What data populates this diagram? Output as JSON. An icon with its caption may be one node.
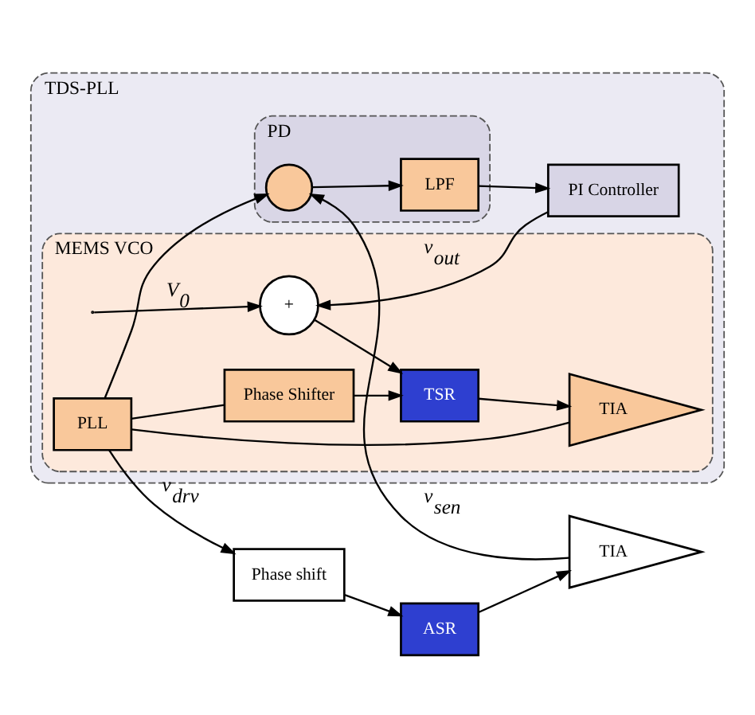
{
  "diagram": {
    "nodes": [
      {
        "text": [
          "TDS-PLL"
        ]
      },
      {
        "text": [
          "MEMS VCO"
        ],
        "in": 0
      },
      {
        "text": [
          "PD"
        ],
        "in": 0
      },
      {
        "text": [
          "Phase shift"
        ]
      },
      {
        "text": [
          "ASR"
        ]
      },
      {
        "text": [
          "TIA"
        ]
      },
      {
        "text": [],
        "shape": "circle",
        "in": 2
      },
      {
        "text": [
          "LPF"
        ],
        "in": 2
      },
      {
        "text": [
          "PI Controller"
        ],
        "in": 0
      },
      {
        "text": [
          "PLL"
        ],
        "in": 1
      },
      {
        "text": [
          "Phase Shifter"
        ],
        "in": 1
      },
      {
        "text": [
          "TSR"
        ],
        "in": 1
      },
      {
        "text": [
          "TIA"
        ],
        "in": 1
      },
      {
        "text": [
          "+"
        ],
        "in": 1
      }
    ],
    "edges": [
      {
        "from": 9,
        "to": 3,
        "arrow": "to",
        "label": "v$_{drv}$"
      },
      {
        "from": 3,
        "to": 4,
        "arrow": "to"
      },
      {
        "from": 4,
        "to": 5,
        "arrow": "to"
      },
      {
        "from": 5,
        "to": 6,
        "arrow": "to",
        "label": "v$_{sen}$"
      },
      {
        "from": 9,
        "to": 6,
        "arrow": "to"
      },
      {
        "from": 6,
        "to": 7,
        "arrow": "to"
      },
      {
        "from": 7,
        "to": 8,
        "arrow": "to"
      },
      {
        "from": 8,
        "to": 13,
        "arrow": "to",
        "label": "v$_{out}$"
      },
      {
        "from": null,
        "to": 13,
        "arrow": "to",
        "label": "V$_{0}$"
      },
      {
        "from": 13,
        "to": 11,
        "arrow": "to"
      },
      {
        "from": 9,
        "to": 10,
        "arrow": "none"
      },
      {
        "from": 10,
        "to": 11,
        "arrow": "to"
      },
      {
        "from": 11,
        "to": 12,
        "arrow": "to"
      },
      {
        "from": 12,
        "to": 9,
        "arrow": "none"
      }
    ]
  }
}
